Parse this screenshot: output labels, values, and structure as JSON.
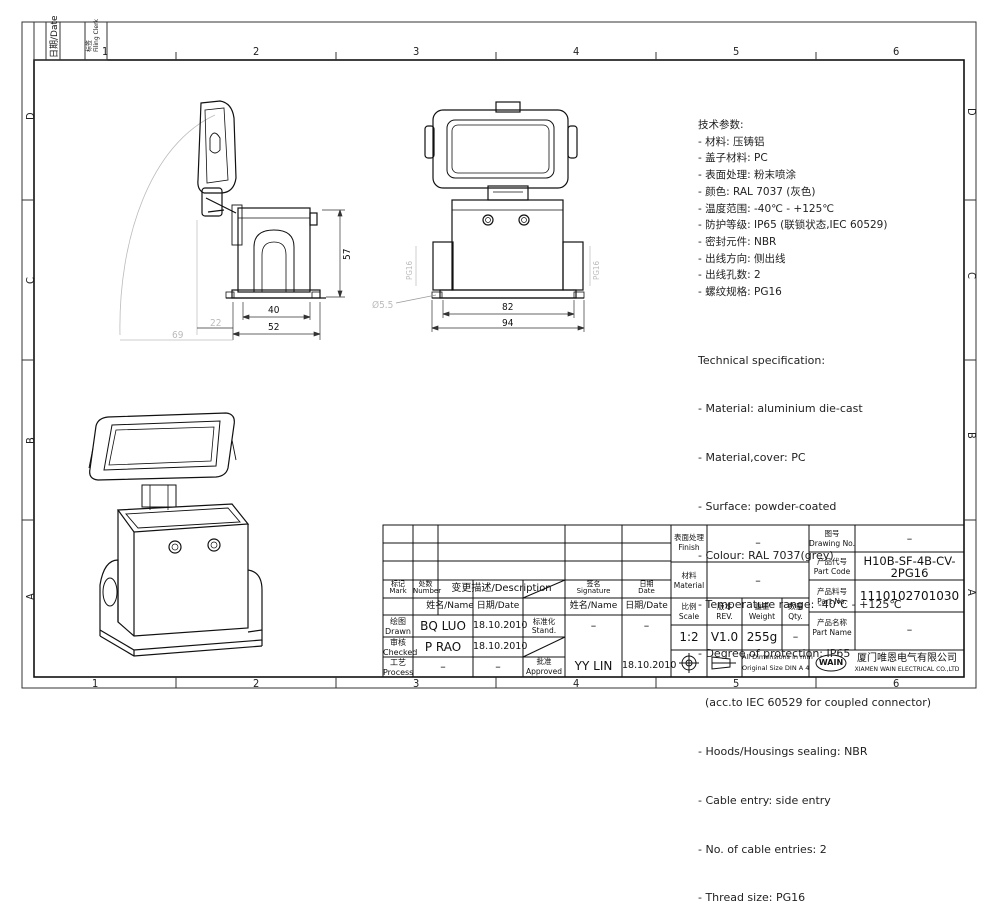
{
  "sheet": {
    "zones_top": [
      "1",
      "2",
      "3",
      "4",
      "5",
      "6"
    ],
    "zones_bottom": [
      "1",
      "2",
      "3",
      "4",
      "5",
      "6"
    ],
    "zones_side": [
      "D",
      "C",
      "B",
      "A"
    ],
    "revision_cells": [
      "日期/Date",
      "标签\nFiling Clerk"
    ]
  },
  "dimensions": {
    "side_40": "40",
    "side_52": "52",
    "side_22": "22",
    "side_69": "69",
    "side_57": "57",
    "front_82": "82",
    "front_94": "94",
    "front_phi": "Ø5.5",
    "front_pg_left": "PG16",
    "front_pg_right": "PG16"
  },
  "specs_cn": [
    "技术参数:",
    "- 材料: 压铸铝",
    "- 盖子材料: PC",
    "- 表面处理: 粉末喷涂",
    "- 颜色: RAL 7037 (灰色)",
    "- 温度范围: -40℃ - +125℃",
    "- 防护等级: IP65 (联锁状态,IEC 60529)",
    "- 密封元件: NBR",
    "- 出线方向: 侧出线",
    "- 出线孔数: 2",
    "- 螺纹规格: PG16"
  ],
  "specs_en": [
    "Technical specification:",
    "- Material: aluminium die-cast",
    "- Material,cover: PC",
    "- Surface: powder-coated",
    "- Colour: RAL 7037(grey)",
    "- Temperature range: -40℃ - +125℃",
    "- Degree of protection: IP65",
    "  (acc.to IEC 60529 for coupled connector)",
    "- Hoods/Housings sealing: NBR",
    "- Cable entry: side entry",
    "- No. of cable entries: 2",
    "- Thread size: PG16"
  ],
  "title_block": {
    "mark": "标记\nMark",
    "number": "处数\nNumber",
    "description": "变更描述/Description",
    "signature": "签名\nSignature",
    "date": "日期\nDate",
    "name_header": "姓名/Name",
    "date_header": "日期/Date",
    "standard": "标准化\nStand.",
    "name_header_2": "姓名/Name",
    "date_header_2": "日期/Date",
    "drawn": "绘图\nDrawn",
    "drawn_name": "BQ LUO",
    "drawn_date": "18.10.2010",
    "checked": "审核\nChecked",
    "checked_name": "P RAO",
    "checked_date": "18.10.2010",
    "process": "工艺\nProcess",
    "process_name": "–",
    "process_date": "–",
    "approved": "批准\nApproved",
    "approved_name": "YY LIN",
    "approved_date": "18.10.2010",
    "stand_name": "–",
    "stand_date": "–",
    "finish_label": "表面处理\nFinish",
    "finish_value": "–",
    "material_label": "材料\nMaterial",
    "material_value": "–",
    "scale_label": "比例\nScale",
    "rev_label": "版本\nREV.",
    "weight_label": "重量\nWeight",
    "qty_label": "数量\nQty.",
    "scale": "1:2",
    "rev": "V1.0",
    "weight": "255g",
    "qty": "–",
    "dim_note_1": "All Dimensions in mm",
    "dim_note_2": "Original Size DIN A 4",
    "drawing_no_label": "图号\nDrawing No.",
    "drawing_no": "–",
    "part_code_label": "产品代号\nPart Code",
    "part_code": "H10B-SF-4B-CV-\n2PG16",
    "part_no_label": "产品料号\nPart No.",
    "part_no": "1110102701030",
    "part_name_label": "产品名称\nPart Name",
    "part_name": "–",
    "logo": "WAIN",
    "company_cn": "厦门唯恩电气有限公司",
    "company_en": "XIAMEN WAIN ELECTRICAL CO.,LTD"
  }
}
